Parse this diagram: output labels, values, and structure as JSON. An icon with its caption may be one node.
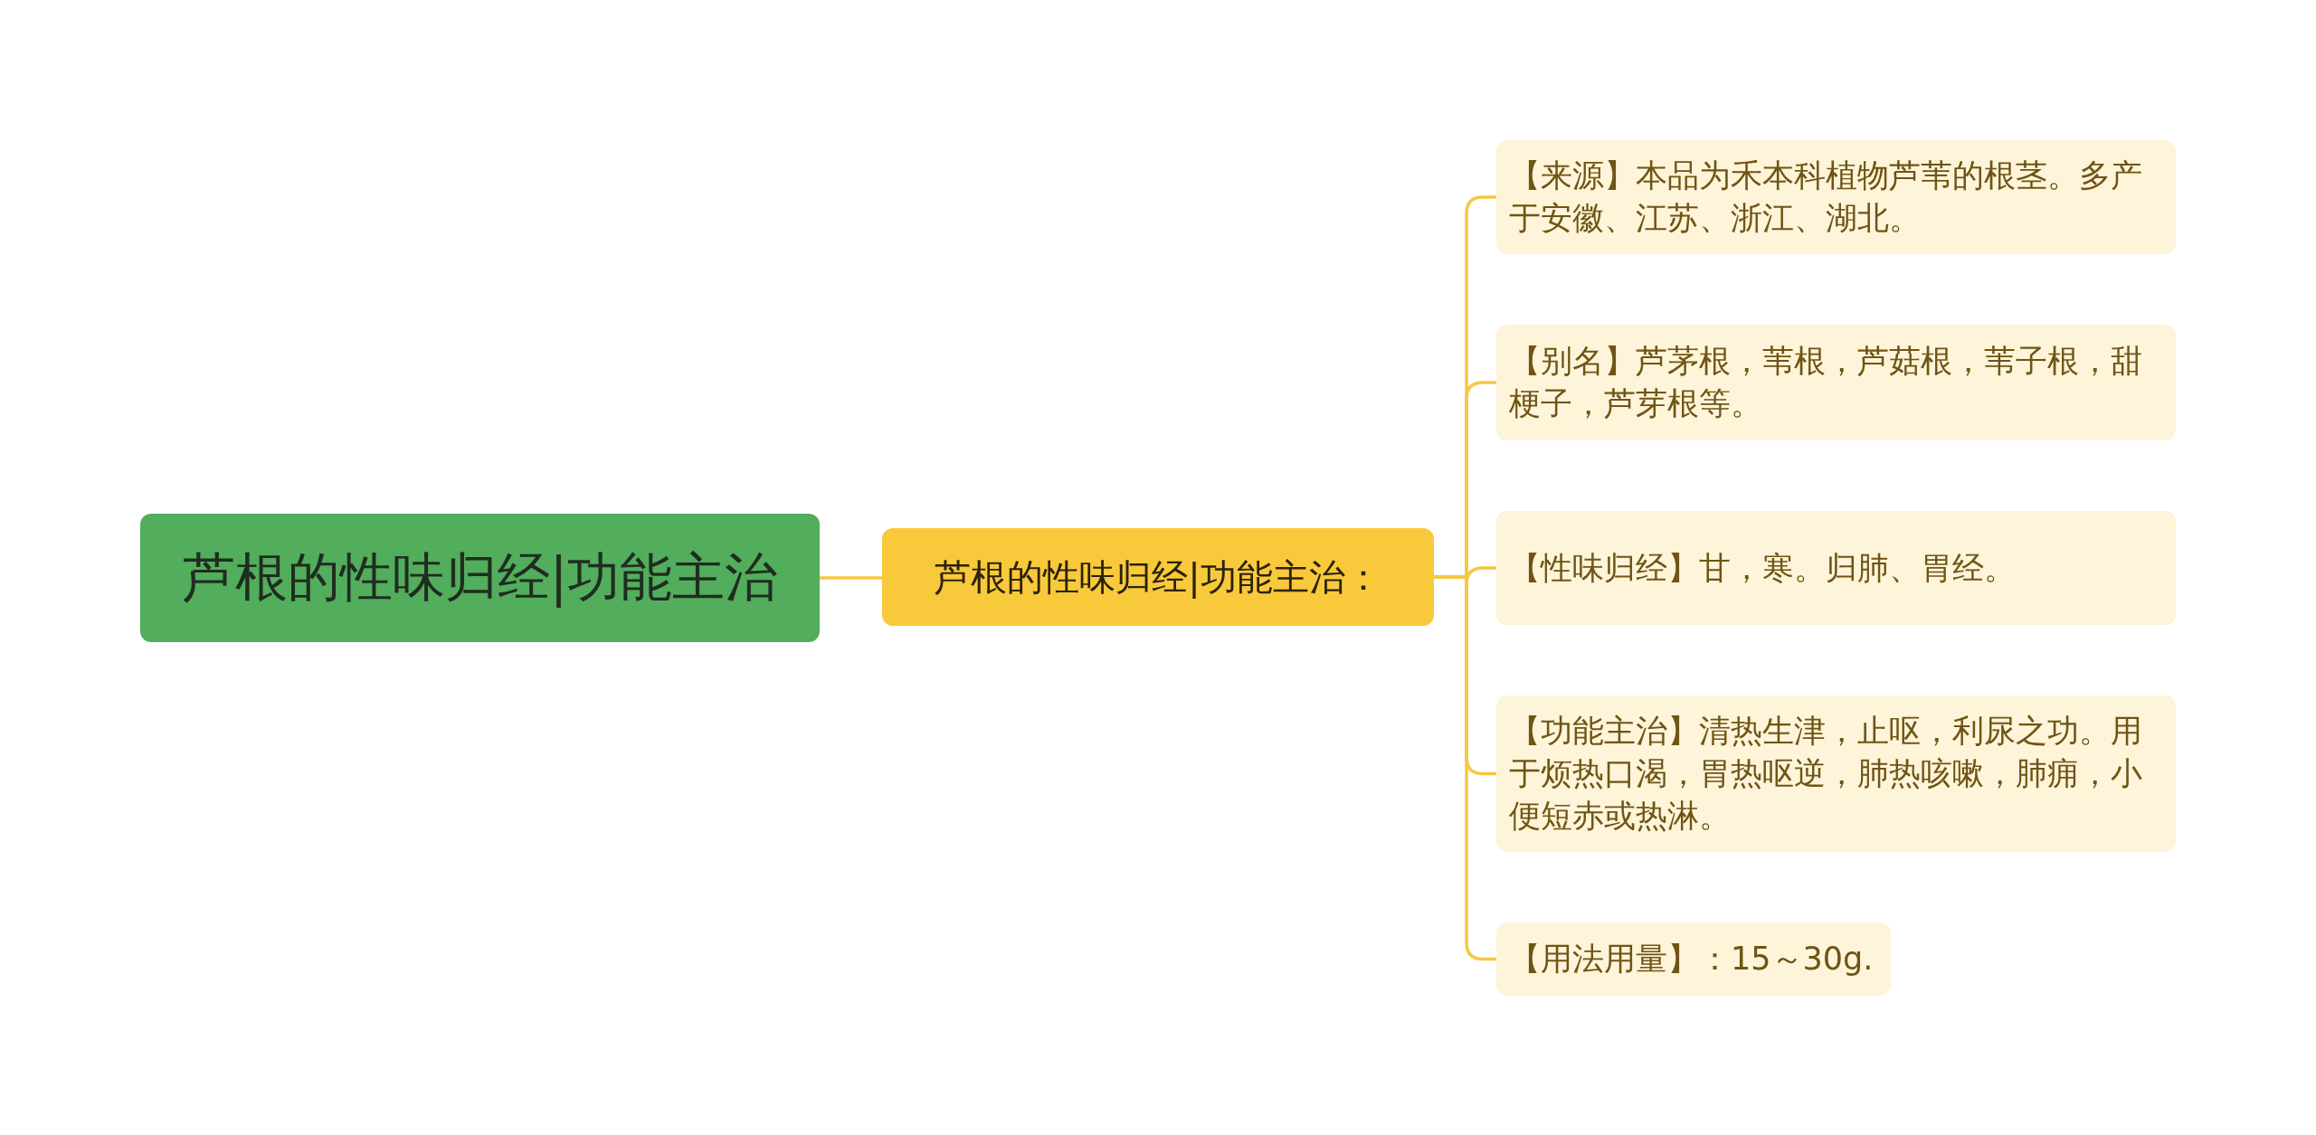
{
  "diagram": {
    "nodes": [
      {
        "text": [
          "芦根的性味归经|功能主治"
        ]
      },
      {
        "text": [
          "芦根的性味归经|功能主治："
        ]
      },
      {
        "text": [
          "【来源】本品为禾本科植物芦苇的根茎。多产于安徽、江苏、浙江、湖北。"
        ]
      },
      {
        "text": [
          "【别名】芦茅根，苇根，芦菇根，苇子根，甜梗子，芦芽根等。"
        ]
      },
      {
        "text": [
          "【性味归经】甘，寒。归肺、胃经。"
        ]
      },
      {
        "text": [
          "【功能主治】清热生津，止呕，利尿之功。用于烦热口渴，胃热呕逆，肺热咳嗽，肺痈，小便短赤或热淋。"
        ]
      },
      {
        "text": [
          "【用法用量】：15～30g."
        ]
      }
    ],
    "edges": [
      {
        "from": 0,
        "to": 1,
        "arrow": "none"
      },
      {
        "from": 1,
        "to": 2,
        "arrow": "none"
      },
      {
        "from": 1,
        "to": 3,
        "arrow": "none"
      },
      {
        "from": 1,
        "to": 4,
        "arrow": "none"
      },
      {
        "from": 1,
        "to": 5,
        "arrow": "none"
      },
      {
        "from": 1,
        "to": 6,
        "arrow": "none"
      }
    ]
  }
}
